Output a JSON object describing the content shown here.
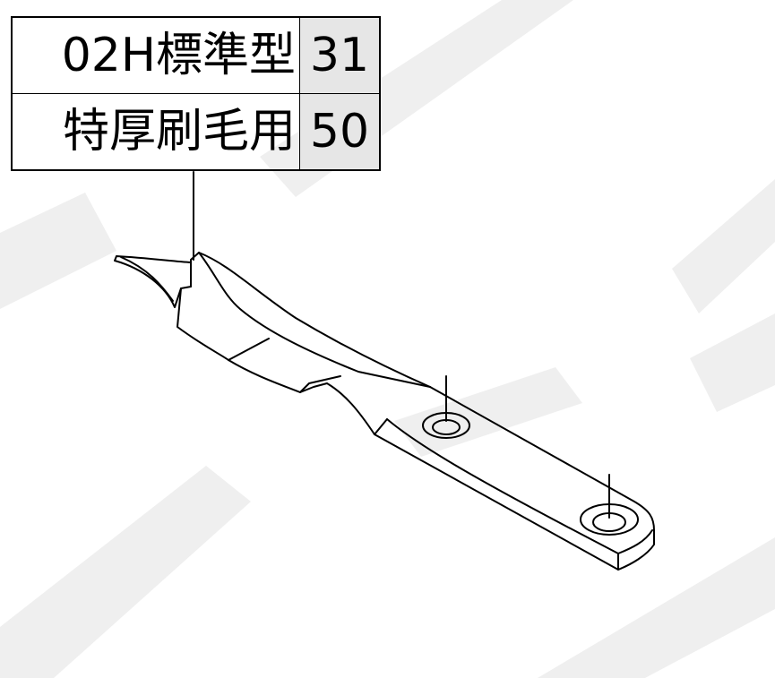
{
  "parts_table": {
    "rows": [
      {
        "name": "02H標準型",
        "code": "31"
      },
      {
        "name": "特厚刷毛用",
        "code": "50"
      }
    ]
  },
  "colors": {
    "line": "#000000",
    "code_cell_bg": "#e6e6e6",
    "watermark": "#efefef"
  }
}
